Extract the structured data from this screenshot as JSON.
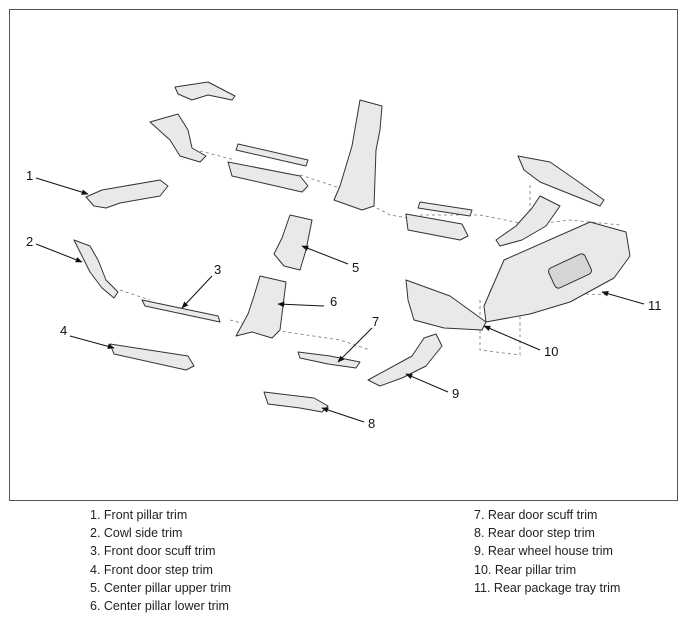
{
  "callouts": [
    "1",
    "2",
    "3",
    "4",
    "5",
    "6",
    "7",
    "8",
    "9",
    "10",
    "11"
  ],
  "legend_left": [
    "1. Front pillar trim",
    "2. Cowl side trim",
    "3. Front door scuff trim",
    "4. Front door step trim",
    "5. Center pillar upper trim",
    "6. Center pillar lower trim"
  ],
  "legend_right": [
    "7. Rear door scuff trim",
    "8. Rear door step trim",
    "9. Rear wheel house trim",
    "10. Rear pillar trim",
    "11. Rear package tray trim"
  ]
}
